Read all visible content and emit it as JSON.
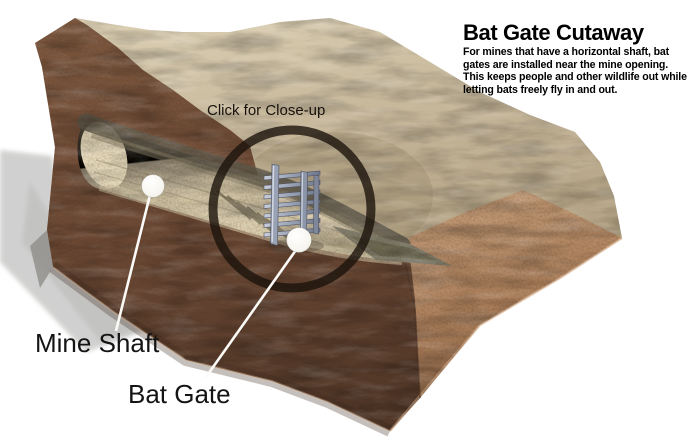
{
  "panel": {
    "title": "Bat Gate Cutaway",
    "description": "For mines that have a horizontal shaft, bat gates are installed near the mine opening. This keeps people and other wildlife out while letting bats freely fly in and out."
  },
  "diagram": {
    "closeup_hint": "Click for Close-up",
    "callouts": [
      {
        "label": "Mine Shaft"
      },
      {
        "label": "Bat Gate"
      }
    ],
    "colors": {
      "background": "#ffffff",
      "terrain_top": "#c3b294",
      "rock_front": "#6f4c38",
      "rock_side": "#b08662",
      "tunnel_interior": "#d6c9ab",
      "gate_steel": "#a9b1c3",
      "closeup_ring": "#241a10",
      "ground_shadow": "#cbcbc9",
      "callout_dot": "#ffffff",
      "label_text": "#141414"
    }
  }
}
